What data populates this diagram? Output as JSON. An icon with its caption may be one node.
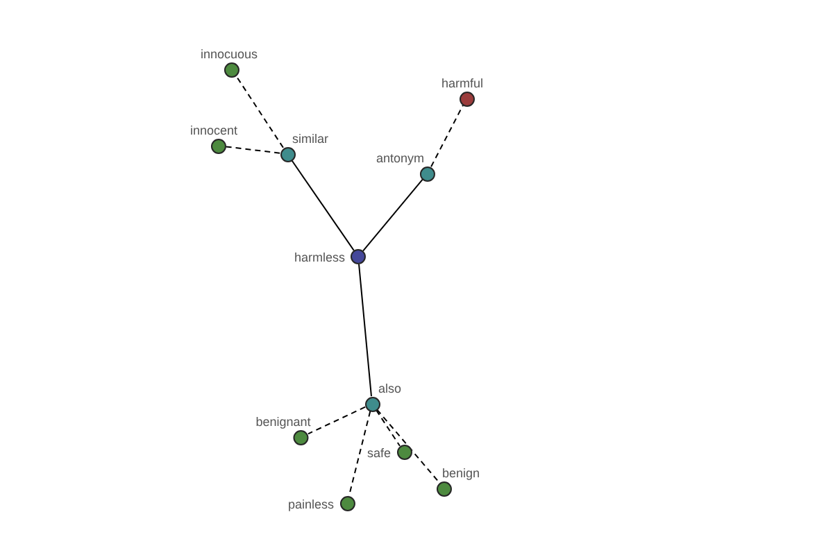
{
  "diagram": {
    "nodes": [
      {
        "text": [
          "innocuous"
        ]
      },
      {
        "text": [
          "harmful"
        ]
      },
      {
        "text": [
          "innocent"
        ]
      },
      {
        "text": [
          "similar"
        ]
      },
      {
        "text": [
          "antonym"
        ]
      },
      {
        "text": [
          "harmless"
        ]
      },
      {
        "text": [
          "also"
        ]
      },
      {
        "text": [
          "benignant"
        ]
      },
      {
        "text": [
          "safe"
        ]
      },
      {
        "text": [
          "benign"
        ]
      },
      {
        "text": [
          "painless"
        ]
      }
    ],
    "edges": [
      {
        "from": 5,
        "to": 3,
        "arrow": "none"
      },
      {
        "from": 5,
        "to": 4,
        "arrow": "none"
      },
      {
        "from": 5,
        "to": 6,
        "arrow": "none"
      },
      {
        "from": 3,
        "to": 0,
        "arrow": "none",
        "style": "dashed"
      },
      {
        "from": 3,
        "to": 2,
        "arrow": "none",
        "style": "dashed"
      },
      {
        "from": 4,
        "to": 1,
        "arrow": "none",
        "style": "dashed"
      },
      {
        "from": 6,
        "to": 7,
        "arrow": "none",
        "style": "dashed"
      },
      {
        "from": 6,
        "to": 8,
        "arrow": "none",
        "style": "dashed"
      },
      {
        "from": 6,
        "to": 9,
        "arrow": "none",
        "style": "dashed"
      },
      {
        "from": 6,
        "to": 10,
        "arrow": "none",
        "style": "dashed"
      }
    ]
  }
}
